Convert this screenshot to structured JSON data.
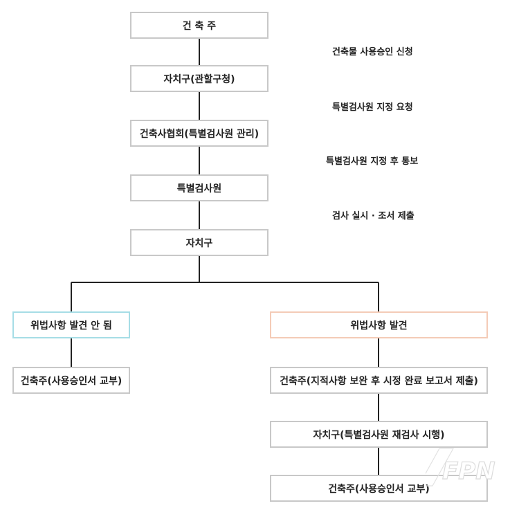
{
  "flow": {
    "architect": "건 축 주",
    "district": "자치구(관할구청)",
    "association": "건축사협회(특별검사원 관리)",
    "inspector": "특별검사원",
    "district_return": "자치구"
  },
  "notes": {
    "step1": "건축물 사용승인 신청",
    "step2": "특별검사원 지정 요청",
    "step3": "특별검사원 지정 후 통보",
    "step4": "검사 실시 · 조서 제출"
  },
  "left_branch": {
    "status": "위법사항 발견 안 됨",
    "result": "건축주(사용승인서 교부)"
  },
  "right_branch": {
    "status": "위법사항 발견",
    "fix": "건축주(지적사항 보완 후 시정 완료 보고서 제출)",
    "reinspect": "자치구(특별검사원 재검사 시행)",
    "result": "건축주(사용승인서 교부)"
  },
  "colors": {
    "line": "#222222",
    "box_border": "#c8c8c8",
    "left_status_border": "#a6dde6",
    "right_status_border": "#f4cbb7"
  },
  "watermark_text": "FPN"
}
